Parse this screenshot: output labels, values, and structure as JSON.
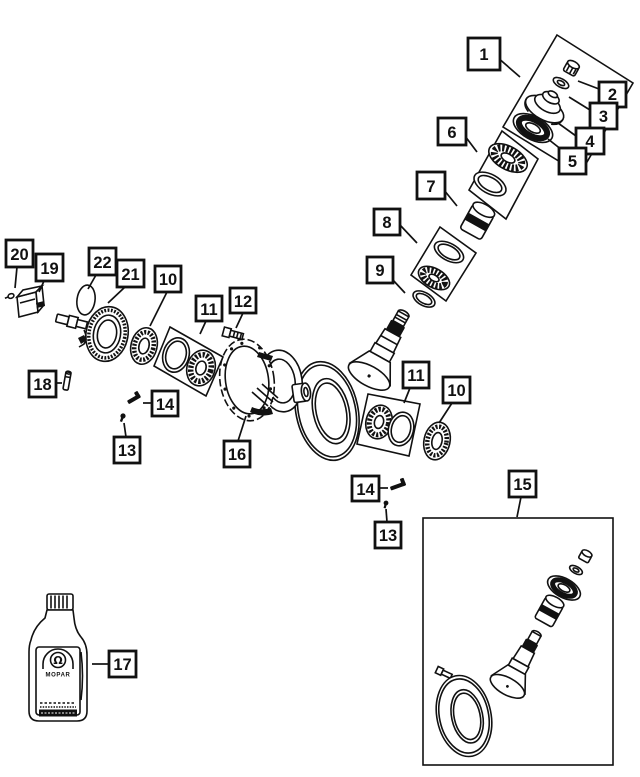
{
  "figure": {
    "type": "exploded-parts-diagram",
    "subject": "differential-assembly"
  },
  "colors": {
    "line": "#111111",
    "background": "#ffffff"
  },
  "callouts": [
    {
      "label": "1"
    },
    {
      "label": "2"
    },
    {
      "label": "3"
    },
    {
      "label": "4"
    },
    {
      "label": "5"
    },
    {
      "label": "6"
    },
    {
      "label": "7"
    },
    {
      "label": "8"
    },
    {
      "label": "9"
    },
    {
      "label": "10"
    },
    {
      "label": "11"
    },
    {
      "label": "12"
    },
    {
      "label": "13"
    },
    {
      "label": "14"
    },
    {
      "label": "16"
    },
    {
      "label": "10"
    },
    {
      "label": "11"
    },
    {
      "label": "13"
    },
    {
      "label": "14"
    },
    {
      "label": "15"
    },
    {
      "label": "17"
    },
    {
      "label": "18"
    },
    {
      "label": "19"
    },
    {
      "label": "20"
    },
    {
      "label": "21"
    },
    {
      "label": "22"
    }
  ],
  "bottle": {
    "brand": "MOPAR",
    "logo_glyph": "Ω"
  }
}
